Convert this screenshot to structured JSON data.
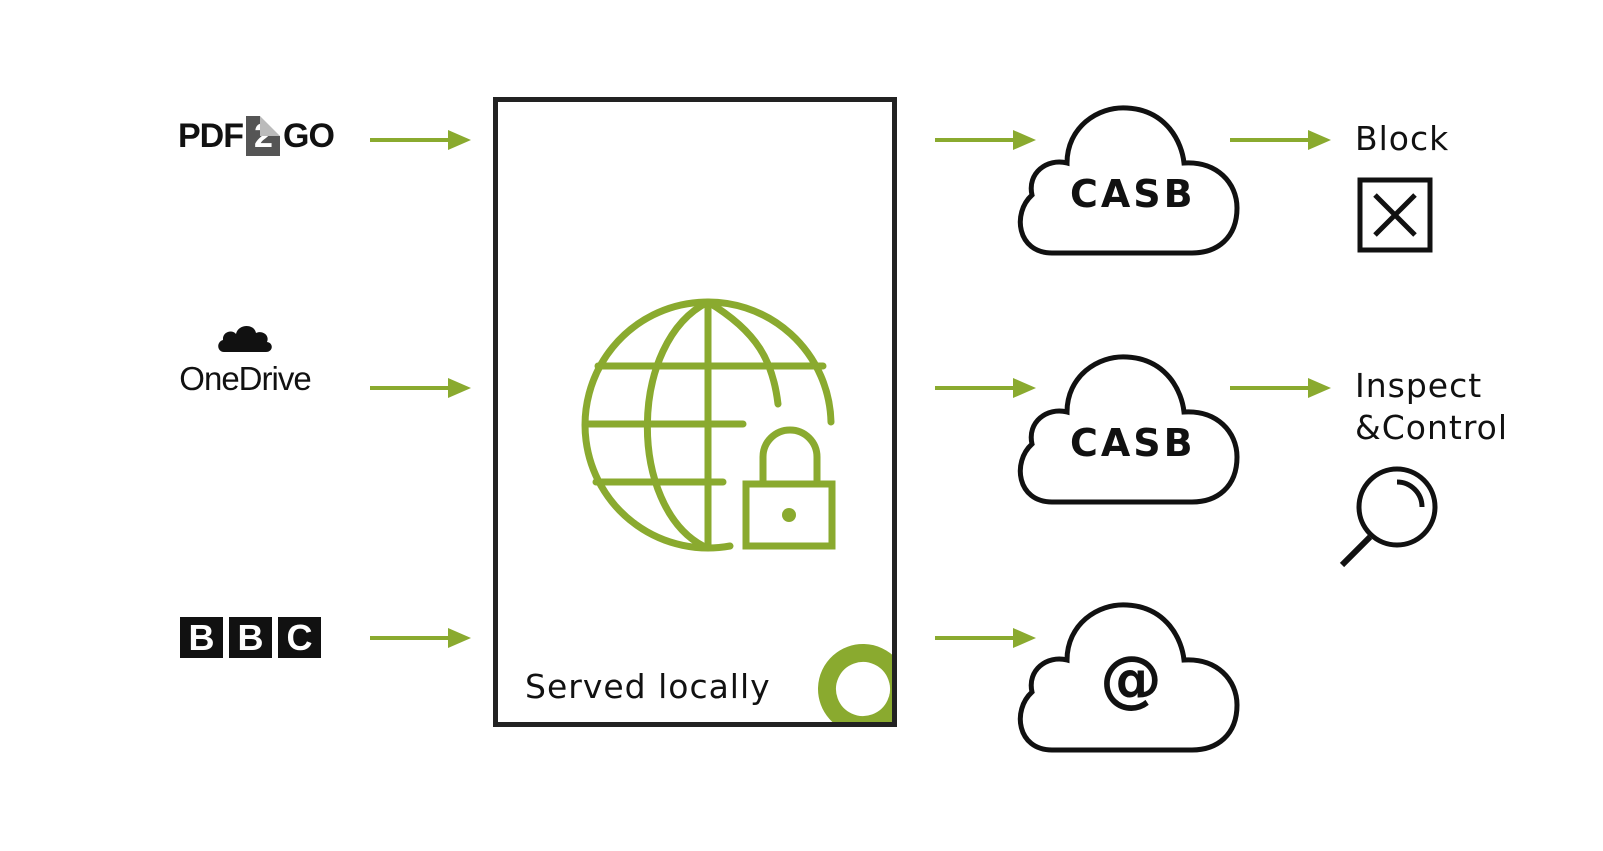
{
  "sources": {
    "pdf2go": {
      "left": "PDF",
      "num": "2",
      "right": "GO"
    },
    "onedrive": {
      "name": "OneDrive"
    },
    "bbc": {
      "letters": [
        "B",
        "B",
        "C"
      ]
    }
  },
  "center": {
    "label": "Served locally",
    "icon": "globe-lock-icon"
  },
  "clouds": [
    {
      "label": "CASB"
    },
    {
      "label": "CASB"
    },
    {
      "label": "@"
    }
  ],
  "outcomes": {
    "block": {
      "label": "Block",
      "icon": "close-box-icon"
    },
    "inspect": {
      "line1": "Inspect",
      "line2": "&Control",
      "icon": "magnifier-icon"
    }
  },
  "colors": {
    "accent": "#8aaa2f",
    "stroke": "#111111"
  }
}
